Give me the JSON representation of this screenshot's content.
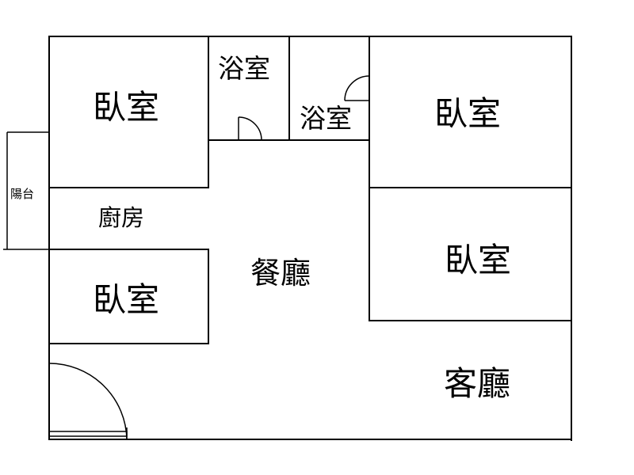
{
  "rooms": {
    "bedroom_top_left": "臥室",
    "bath_1": "浴室",
    "bath_2": "浴室",
    "bedroom_top_right": "臥室",
    "bedroom_mid_right": "臥室",
    "kitchen": "廚房",
    "dining": "餐廳",
    "bedroom_bottom_left": "臥室",
    "living": "客廳",
    "balcony": "陽台"
  },
  "colors": {
    "line": "#000000",
    "background": "#ffffff"
  }
}
